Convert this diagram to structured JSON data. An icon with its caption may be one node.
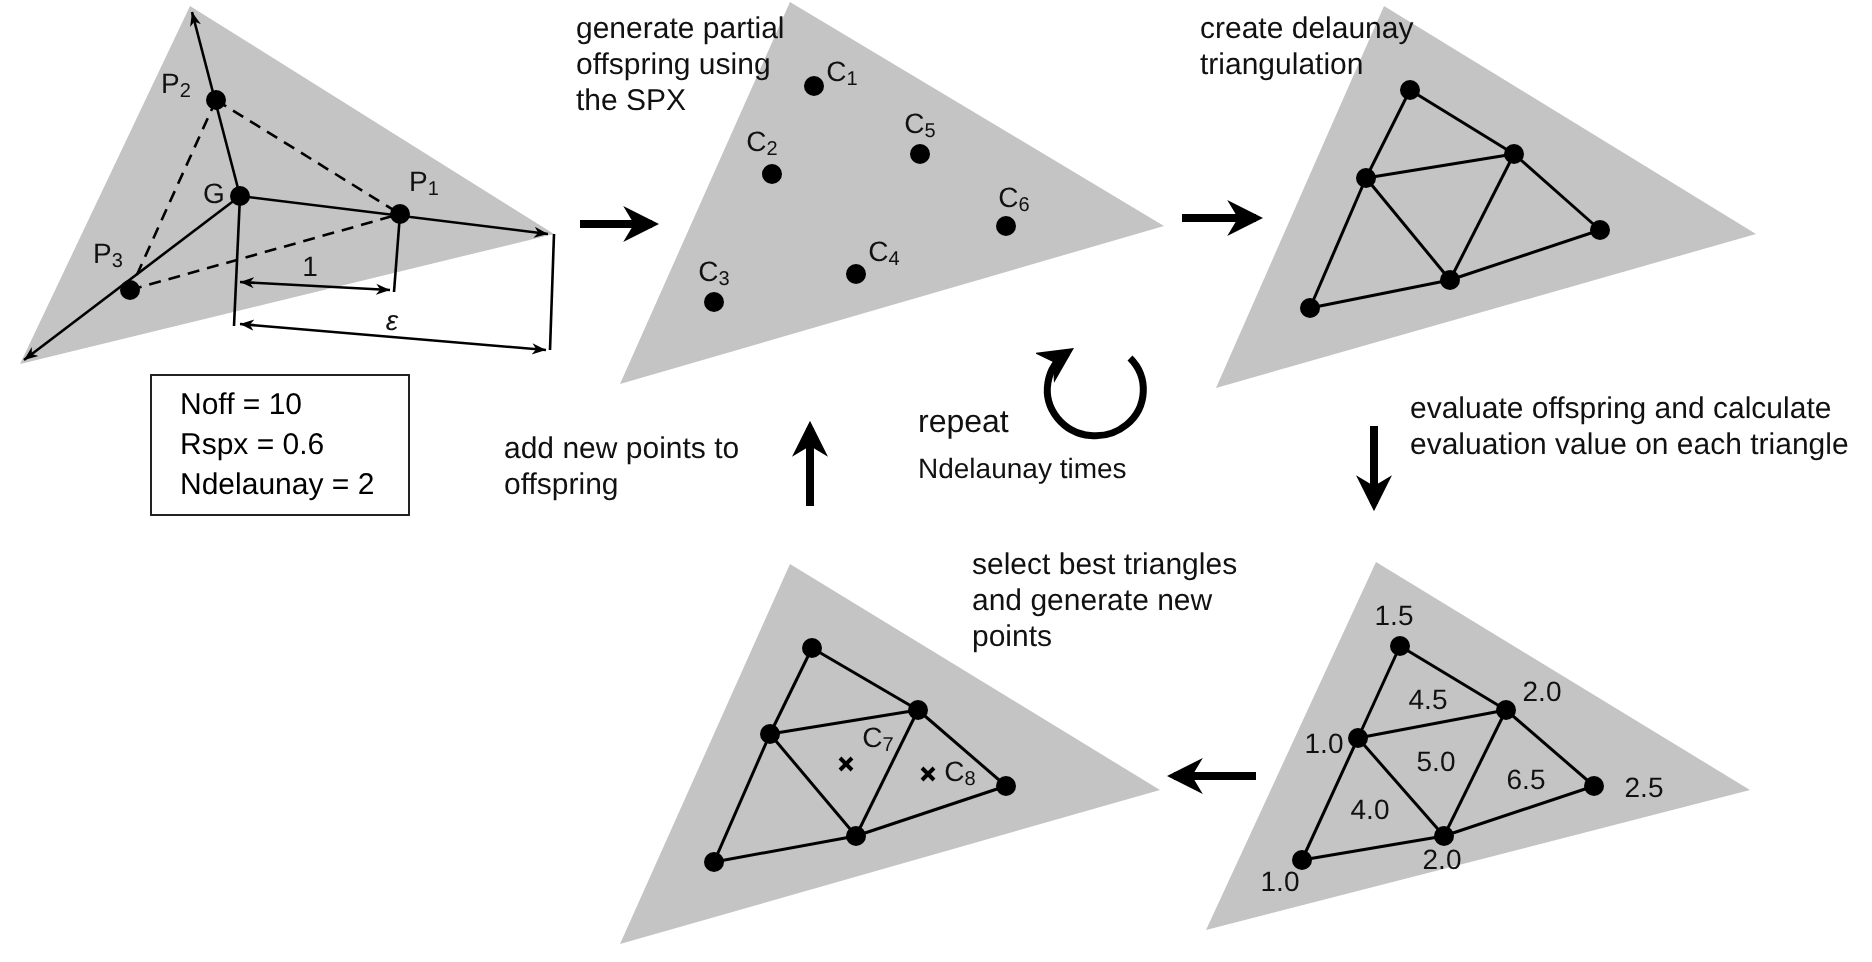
{
  "diagram": {
    "nodes": [
      {
        "text": [
          "P$_{2}$",
          "G",
          "P$_{1}$",
          "P$_{3}$"
        ]
      },
      {
        "text": [
          "C$_{1}$",
          "C$_{2}$",
          "C$_{3}$",
          "C$_{4}$",
          "C$_{5}$",
          "C$_{6}$"
        ]
      },
      {
        "text": [],
        "shape": "picture"
      },
      {
        "text": [
          "Noff = 10",
          "Rspx = 0.6",
          "Ndelaunay = 2"
        ]
      },
      {
        "text": [
          "C$_{7}$",
          "C$_{8}$"
        ]
      },
      {
        "text": [
          "1.5",
          "2.0",
          "4.5",
          "1.0",
          "5.0",
          "6.5",
          "2.5",
          "4.0",
          "2.0",
          "1.0"
        ]
      }
    ],
    "edges": [
      {
        "from": 0,
        "to": 1,
        "arrow": "to",
        "label": "generate partial offspring using the SPX"
      },
      {
        "from": 1,
        "to": 2,
        "arrow": "to",
        "label": "create delaunay triangulation"
      },
      {
        "from": 2,
        "to": 5,
        "arrow": "to",
        "label": "evaluate offspring and calculate evaluation value on each triangle"
      },
      {
        "from": 5,
        "to": 4,
        "arrow": "to",
        "label": "select best triangles and generate new points"
      },
      {
        "from": 4,
        "to": 1,
        "arrow": "to",
        "label": "add new points to offspring"
      }
    ],
    "labels": [
      "1",
      "ε",
      "repeat",
      "Ndelaunay times"
    ]
  }
}
